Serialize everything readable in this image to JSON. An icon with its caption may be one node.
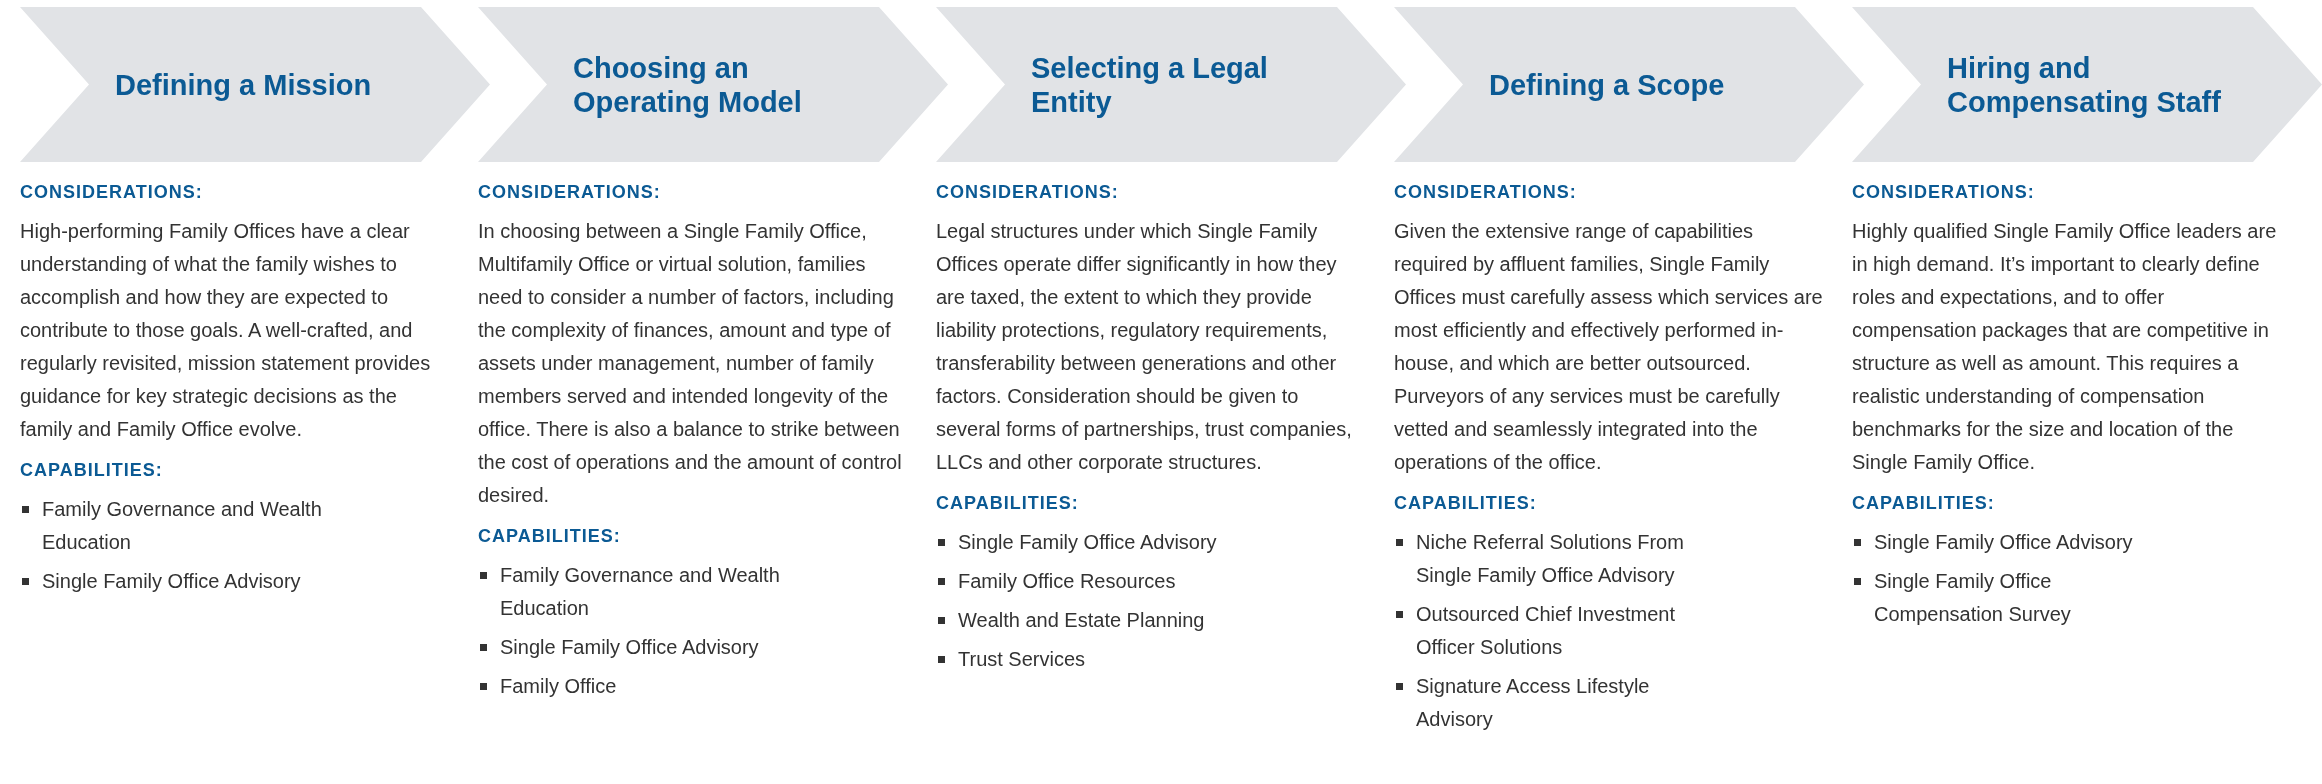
{
  "diagram": {
    "nodes": [
      {
        "text": [
          "Defining a Mission"
        ]
      },
      {
        "text": [
          "Choosing an Operating Model"
        ]
      },
      {
        "text": [
          "Selecting a Legal Entity"
        ]
      },
      {
        "text": [
          "Defining a Scope"
        ]
      },
      {
        "text": [
          "Hiring and Compensating Staff"
        ]
      }
    ],
    "labels": [
      "CONSIDERATIONS:",
      "High-performing Family Offices have a clear understanding of what the family wishes to accomplish and how they are expected to contribute to those goals. A well-crafted, and regularly revisited, mission statement provides guidance for key strategic decisions as the family and Family Office evolve.",
      "CAPABILITIES:",
      "Family Governance and Wealth Education",
      "Single Family Office Advisory",
      "CONSIDERATIONS:",
      "In choosing between a Single Family Office, Multifamily Office or virtual solution, families need to consider a number of factors, including the complexity of finances, amount and type of assets under management, number of family members served and intended longevity of the office. There is also a balance to strike between the cost of operations and the amount of control desired.",
      "CAPABILITIES:",
      "Family Governance and Wealth Education",
      "Single Family Office Advisory",
      "Family Office",
      "CONSIDERATIONS:",
      "Legal structures under which Single Family Offices operate differ significantly in how they are taxed, the extent to which they provide liability protections, regulatory requirements, transferability between generations and other factors. Consideration should be given to several forms of partnerships, trust companies, LLCs and other corporate structures.",
      "CAPABILITIES:",
      "Single Family Office Advisory",
      "Family Office Resources",
      "Wealth and Estate Planning",
      "Trust Services",
      "CONSIDERATIONS:",
      "Given the extensive range of capabilities required by affluent families, Single Family Offices must carefully assess which services are most efficiently and effectively performed in-house, and which are better outsourced. Purveyors of any services must be carefully vetted and seamlessly integrated into the operations of the office.",
      "CAPABILITIES:",
      "Niche Referral Solutions From Single Family Office Advisory",
      "Outsourced Chief Investment Officer Solutions",
      "Signature Access Lifestyle Advisory",
      "CONSIDERATIONS:",
      "Highly qualified Single Family Office leaders are in high demand. It’s important to clearly define roles and expectations, and to offer compensation packages that are competitive in structure as well as amount. This requires a realistic understanding of compensation benchmarks for the size and location of the Single Family Office.",
      "CAPABILITIES:",
      "Single Family Office Advisory",
      "Single Family Office Compensation Survey"
    ]
  }
}
